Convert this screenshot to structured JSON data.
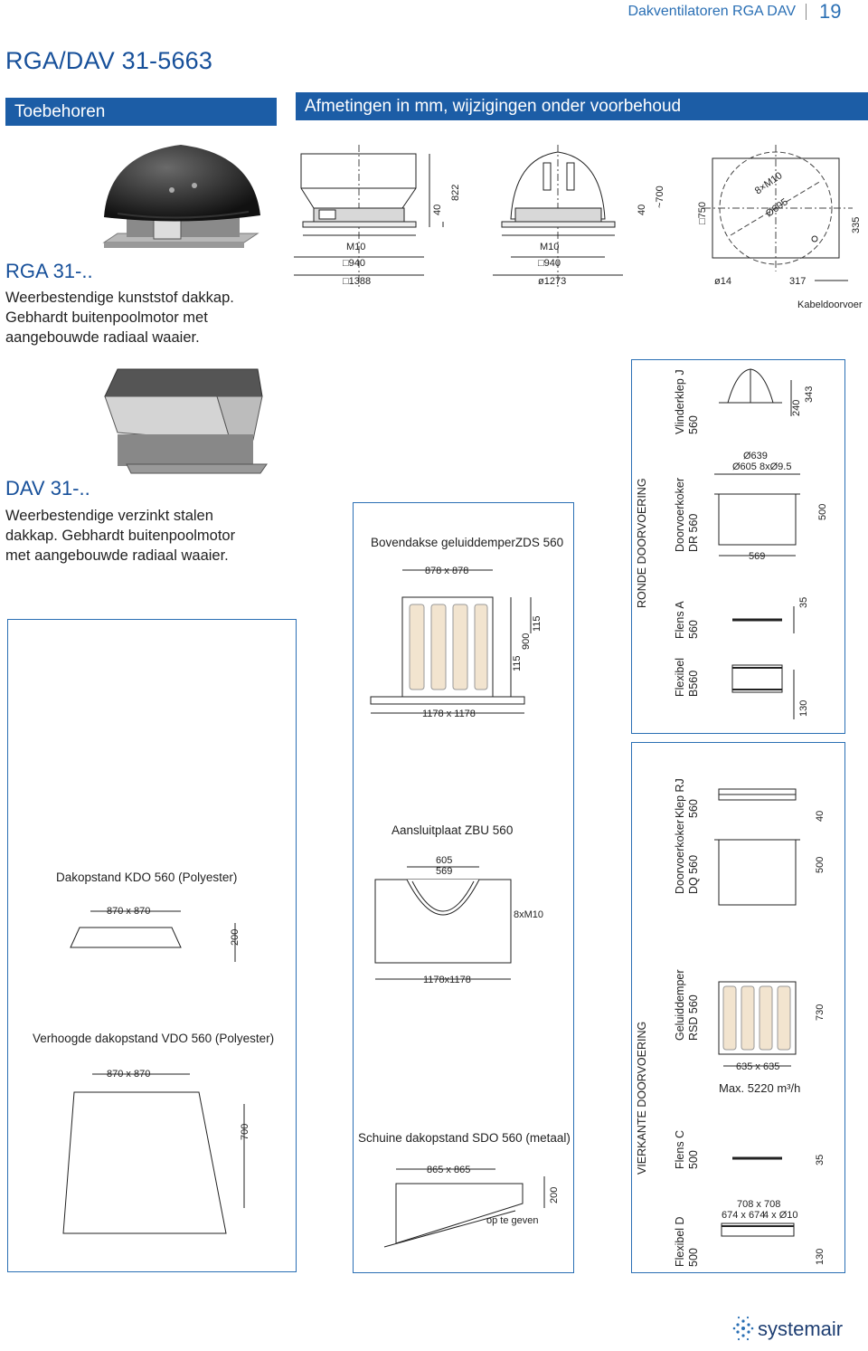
{
  "header": {
    "doc_title": "Dakventilatoren RGA DAV",
    "page": "19"
  },
  "title": "RGA/DAV 31-5663",
  "bars": {
    "left": "Toebehoren",
    "right": "Afmetingen in mm, wijzigingen onder voorbehoud"
  },
  "rga": {
    "title": "RGA 31-..",
    "desc": "Weerbestendige kunststof dakkap.\nGebhardt buitenpoolmotor met\naangebouwde radiaal waaier."
  },
  "dav": {
    "title": "DAV 31-..",
    "desc": "Weerbestendige verzinkt stalen\ndakkap. Gebhardt buitenpoolmotor\nmet aangebouwde radiaal waaier."
  },
  "drawing1": {
    "m10": "M10",
    "sq940": "□940",
    "sq1388": "□1388",
    "d40": "40",
    "d822": "822"
  },
  "drawing2": {
    "m10": "M10",
    "sq940": "□940",
    "d1273": "ø1273",
    "d40": "40",
    "d700": "~700"
  },
  "drawing3": {
    "sq750": "□750",
    "bolts": "8×M10",
    "d605": "Ø605",
    "d335": "335",
    "d14": "ø14",
    "d317": "317",
    "kabel": "Kabeldoorvoer"
  },
  "zds": {
    "title": "Bovendakse geluiddemperZDS 560",
    "top": "878 x 878",
    "bottom": "1178 x 1178",
    "h900": "900",
    "h115a": "115",
    "h115b": "115"
  },
  "round": {
    "section": "RONDE DOORVOERING",
    "j": {
      "name": "Vlinderklep J 560",
      "d240": "240",
      "d343": "343"
    },
    "dr": {
      "name": "Doorvoerkoker DR 560",
      "d639": "Ø639",
      "d605": "Ø605 8xØ9.5",
      "w569": "569",
      "h500": "500"
    },
    "a": {
      "name": "Flens A 560",
      "h35": "35"
    },
    "b": {
      "name": "Flexibel B560",
      "h130": "130"
    }
  },
  "kdo": {
    "title": "Dakopstand KDO 560 (Polyester)",
    "top": "870 x 870",
    "h": "200"
  },
  "zbu": {
    "title": "Aansluitplaat ZBU 560",
    "d605": "605",
    "d569": "569",
    "bolts": "8xM10",
    "bottom": "1178x1178"
  },
  "vdo": {
    "title": "Verhoogde dakopstand VDO 560 (Polyester)",
    "top": "870 x 870",
    "h": "700"
  },
  "sdo": {
    "title": "Schuine dakopstand SDO 560 (metaal)",
    "top": "865 x 865",
    "h": "200",
    "slope": "op te geven"
  },
  "square": {
    "section": "VIERKANTE DOORVOERING",
    "rj": {
      "name": "Klep RJ 560",
      "h40": "40"
    },
    "dq": {
      "name": "Doorvoerkoker DQ 560",
      "h500": "500"
    },
    "rsd": {
      "name": "Geluiddemper RSD 560",
      "h730": "730",
      "w635": "635 x 635",
      "max": "Max. 5220 m³/h"
    },
    "c": {
      "name": "Flens C 500",
      "h35": "35"
    },
    "d": {
      "name": "Flexibel D 500",
      "w708": "708 x 708",
      "w674": "674 x 674",
      "holes": "4 x Ø10",
      "h130": "130"
    }
  },
  "brand": "systemair"
}
